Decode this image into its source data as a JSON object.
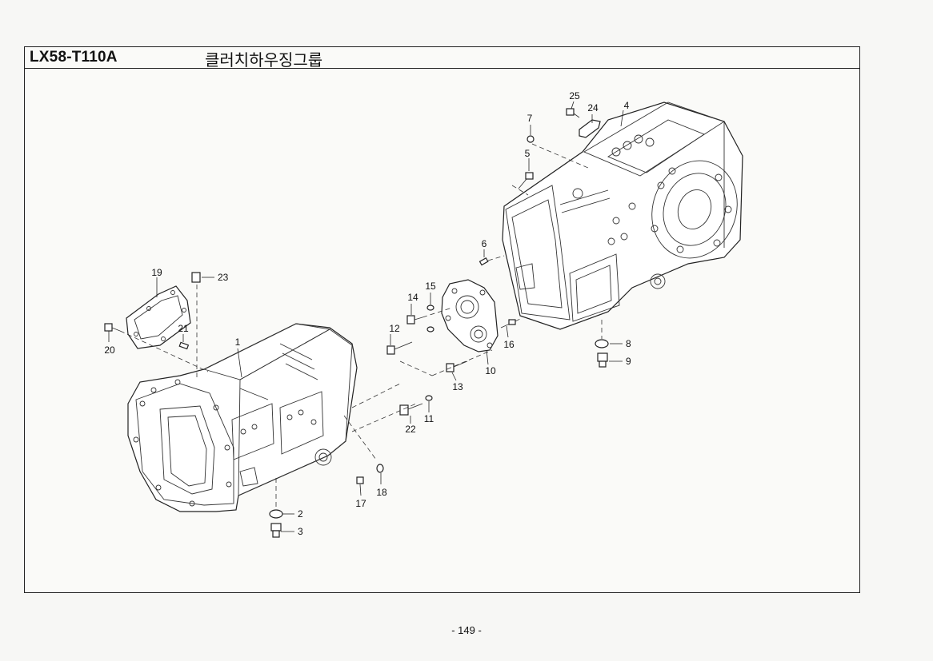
{
  "header": {
    "model": "LX58-T110A",
    "group_title": "클러치하우징그룹"
  },
  "footer": {
    "page_number": "- 149 -"
  },
  "callouts": [
    "1",
    "2",
    "3",
    "4",
    "5",
    "6",
    "7",
    "8",
    "9",
    "10",
    "11",
    "12",
    "13",
    "14",
    "15",
    "16",
    "17",
    "18",
    "19",
    "20",
    "21",
    "22",
    "23",
    "24",
    "25"
  ]
}
